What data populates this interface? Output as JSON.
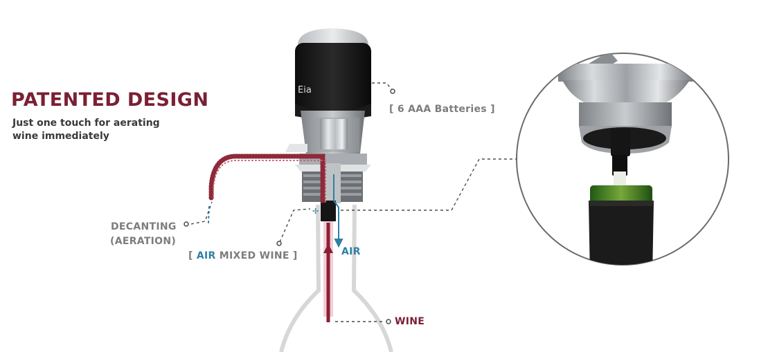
{
  "title": "PATENTED DESIGN",
  "subtitle": "Just one touch for aerating wine immediately",
  "device_logo": "Eia",
  "callouts": {
    "batteries": "[ 6 AAA Batteries ]",
    "decanting_line1": "DECANTING",
    "decanting_line2": "(AERATION)",
    "mixed_open": "[ ",
    "mixed_air": "AIR",
    "mixed_rest": " MIXED WINE ]",
    "air": "AIR",
    "wine": "WINE"
  },
  "colors": {
    "wine": "#7a2033",
    "air": "#2e7fa6",
    "label_gray": "#7d7d7d"
  }
}
